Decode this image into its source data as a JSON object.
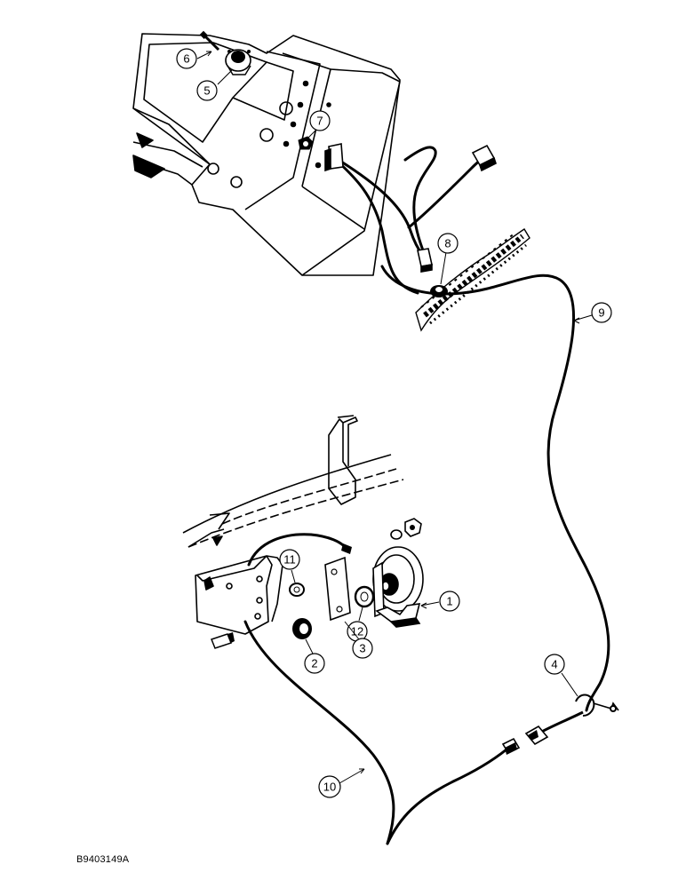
{
  "figure_id": "B9403149A",
  "callouts": {
    "c1": "1",
    "c2": "2",
    "c3": "3",
    "c4": "4",
    "c5": "5",
    "c6": "6",
    "c7": "7",
    "c8": "8",
    "c9": "9",
    "c10": "10",
    "c11": "11",
    "c12": "12"
  }
}
